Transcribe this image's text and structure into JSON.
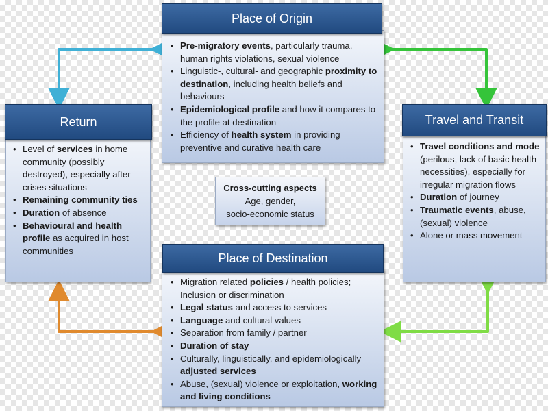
{
  "origin": {
    "title": "Place of Origin",
    "items": [
      [
        {
          "b": "Pre-migratory events"
        },
        {
          "t": ", particularly trauma, human rights violations, sexual violence"
        }
      ],
      [
        {
          "t": "Linguistic-, cultural- and geographic "
        },
        {
          "b": "proximity to destination"
        },
        {
          "t": ", including health beliefs and behaviours"
        }
      ],
      [
        {
          "b": "Epidemiological profile"
        },
        {
          "t": " and how it compares to the profile at destination"
        }
      ],
      [
        {
          "t": "Efficiency of "
        },
        {
          "b": "health system"
        },
        {
          "t": " in providing preventive and curative health care"
        }
      ]
    ]
  },
  "return": {
    "title": "Return",
    "items": [
      [
        {
          "t": "Level of "
        },
        {
          "b": "services"
        },
        {
          "t": " in home community  (possibly destroyed), especially after crises situations"
        }
      ],
      [
        {
          "b": "Remaining community ties"
        }
      ],
      [
        {
          "b": "Duration"
        },
        {
          "t": " of absence"
        }
      ],
      [
        {
          "b": "Behavioural and health profile"
        },
        {
          "t": " as acquired in host communities"
        }
      ]
    ]
  },
  "transit": {
    "title": "Travel and Transit",
    "items": [
      [
        {
          "b": "Travel conditions and mode"
        },
        {
          "t": " (perilous, lack of basic health necessities), especially for irregular migration flows"
        }
      ],
      [
        {
          "b": "Duration"
        },
        {
          "t": " of journey"
        }
      ],
      [
        {
          "b": "Traumatic events"
        },
        {
          "t": ", abuse, (sexual) violence"
        }
      ],
      [
        {
          "t": "Alone or mass movement"
        }
      ]
    ]
  },
  "destination": {
    "title": "Place of Destination",
    "items": [
      [
        {
          "t": "Migration related "
        },
        {
          "b": "policies"
        },
        {
          "t": " / health policies; Inclusion or discrimination"
        }
      ],
      [
        {
          "b": "Legal status"
        },
        {
          "t": " and access to services"
        }
      ],
      [
        {
          "b": "Language"
        },
        {
          "t": " and cultural values"
        }
      ],
      [
        {
          "t": "Separation from family / partner"
        }
      ],
      [
        {
          "b": "Duration of stay"
        }
      ],
      [
        {
          "t": "Culturally, linguistically, and epidemiologically "
        },
        {
          "b": "adjusted services"
        }
      ],
      [
        {
          "t": "Abuse, (sexual) violence or exploitation, "
        },
        {
          "b": "working and living conditions"
        }
      ]
    ]
  },
  "cross_cutting": {
    "title": "Cross-cutting aspects",
    "line1": "Age, gender,",
    "line2": "socio-economic status"
  },
  "colors": {
    "header_blue": "#2b578f",
    "arrow_cyan": "#3fb0d6",
    "arrow_green": "#35c43a",
    "arrow_light_green": "#7fdc45",
    "arrow_orange": "#e08a2e"
  }
}
